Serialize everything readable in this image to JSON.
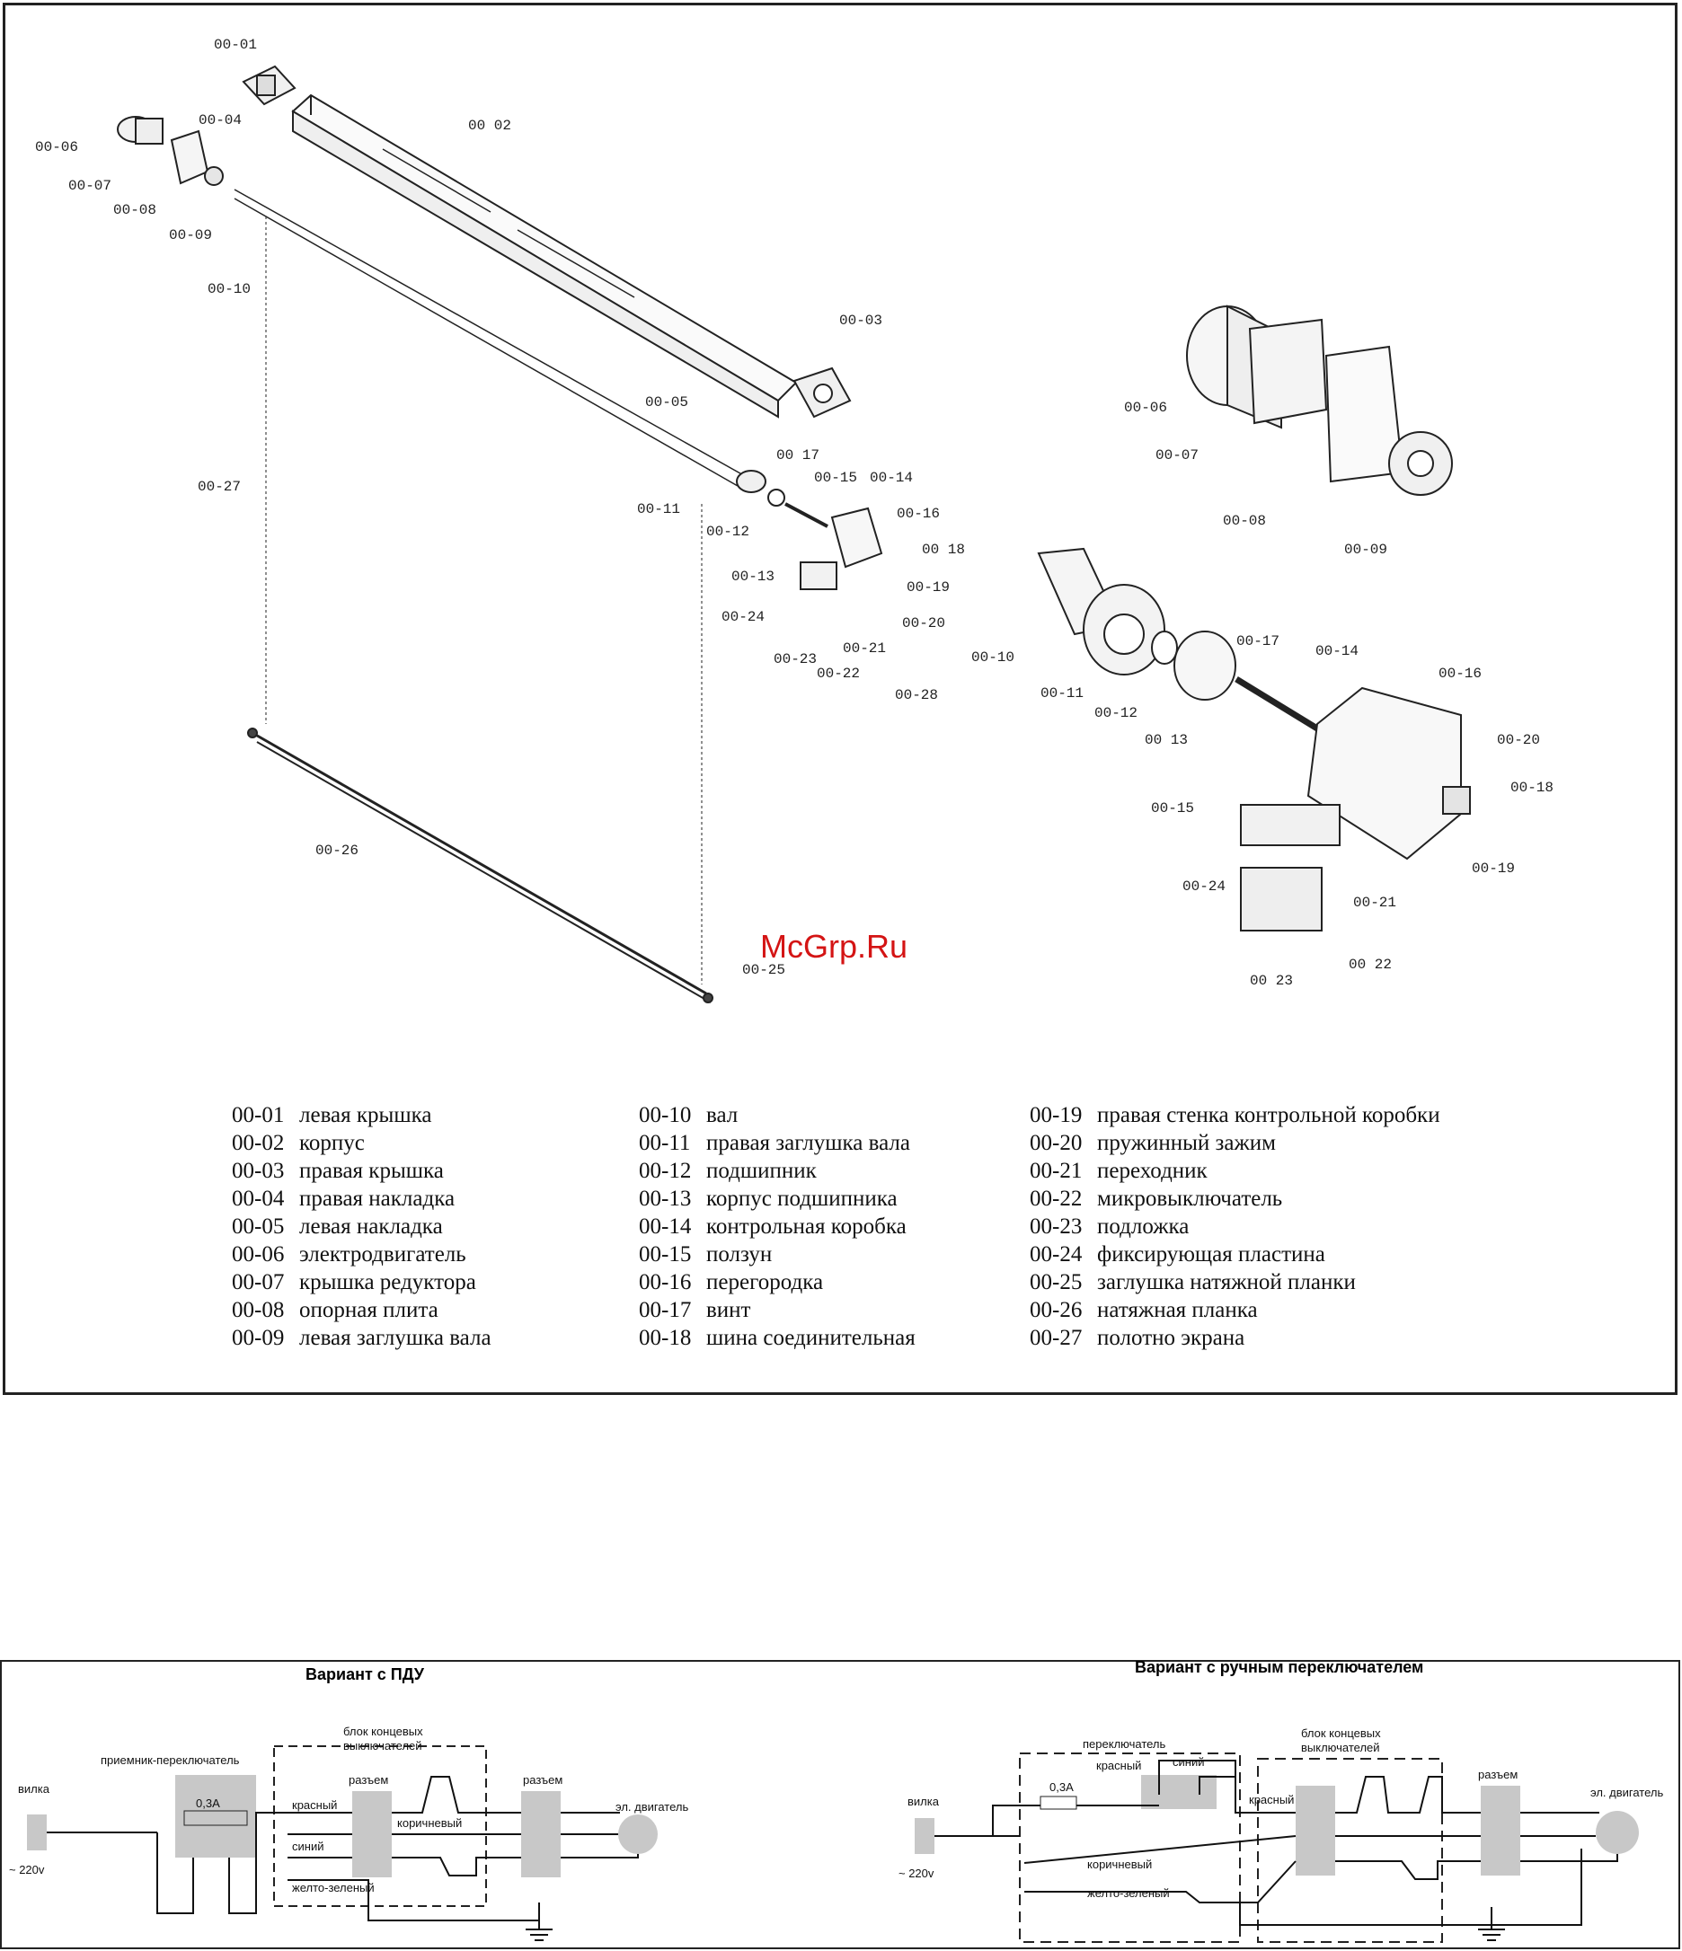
{
  "diagram": {
    "callouts": {
      "c01": "00-01",
      "c02": "00 02",
      "c03": "00-03",
      "c04": "00-04",
      "c05": "00-05",
      "c06": "00-06",
      "c07": "00-07",
      "c08": "00-08",
      "c09": "00-09",
      "c10": "00-10",
      "c11": "00-11",
      "c12": "00-12",
      "c13": "00-13",
      "c14": "00-14",
      "c15": "00-15",
      "c16": "00-16",
      "c17": "00 17",
      "c18": "00 18",
      "c19": "00-19",
      "c20": "00-20",
      "c21": "00-21",
      "c22": "00-22",
      "c23": "00-23",
      "c24": "00-24",
      "c25": "00-25",
      "c26": "00-26",
      "c27": "00-27",
      "c28": "00-28",
      "d06": "00-06",
      "d07": "00-07",
      "d08": "00-08",
      "d09": "00-09",
      "d10": "00-10",
      "d11": "00-11",
      "d12": "00-12",
      "d13": "00 13",
      "d14": "00-14",
      "d15": "00-15",
      "d16": "00-16",
      "d17": "00-17",
      "d18": "00-18",
      "d19": "00-19",
      "d20": "00-20",
      "d21": "00-21",
      "d22": "00 22",
      "d23": "00 23",
      "d24": "00-24"
    },
    "watermark": "McGrp.Ru"
  },
  "legend": {
    "col1": [
      {
        "code": "00-01",
        "name": "левая крышка"
      },
      {
        "code": "00-02",
        "name": "корпус"
      },
      {
        "code": "00-03",
        "name": "правая крышка"
      },
      {
        "code": "00-04",
        "name": "правая накладка"
      },
      {
        "code": "00-05",
        "name": "левая накладка"
      },
      {
        "code": "00-06",
        "name": "электродвигатель"
      },
      {
        "code": "00-07",
        "name": "крышка редуктора"
      },
      {
        "code": "00-08",
        "name": "опорная плита"
      },
      {
        "code": "00-09",
        "name": "левая заглушка вала"
      }
    ],
    "col2": [
      {
        "code": "00-10",
        "name": "вал"
      },
      {
        "code": "00-11",
        "name": "правая заглушка вала"
      },
      {
        "code": "00-12",
        "name": "подшипник"
      },
      {
        "code": "00-13",
        "name": "корпус подшипника"
      },
      {
        "code": "00-14",
        "name": "контрольная коробка"
      },
      {
        "code": "00-15",
        "name": "ползун"
      },
      {
        "code": "00-16",
        "name": "перегородка"
      },
      {
        "code": "00-17",
        "name": "винт"
      },
      {
        "code": "00-18",
        "name": "шина соединительная"
      }
    ],
    "col3": [
      {
        "code": "00-19",
        "name": "правая стенка контрольной коробки"
      },
      {
        "code": "00-20",
        "name": "пружинный зажим"
      },
      {
        "code": "00-21",
        "name": "переходник"
      },
      {
        "code": "00-22",
        "name": "микровыключатель"
      },
      {
        "code": "00-23",
        "name": "подложка"
      },
      {
        "code": "00-24",
        "name": "фиксирующая пластина"
      },
      {
        "code": "00-25",
        "name": "заглушка натяжной планки"
      },
      {
        "code": "00-26",
        "name": "натяжная планка"
      },
      {
        "code": "00-27",
        "name": "полотно экрана"
      }
    ]
  },
  "scheme_remote": {
    "title": "Вариант с ПДУ",
    "plug": "вилка",
    "voltage": "~ 220v",
    "receiver": "приемник-переключатель",
    "fuse": "0,3А",
    "limit_block_1": "блок концевых",
    "limit_block_2": "выключателей",
    "connector_1": "разъем",
    "connector_2": "разъем",
    "wire_red": "красный",
    "wire_brown": "коричневый",
    "wire_blue": "синий",
    "wire_ground": "желто-зеленый",
    "motor": "эл. двигатель"
  },
  "scheme_manual": {
    "title": "Вариант с ручным переключателем",
    "switch": "переключатель",
    "plug": "вилка",
    "voltage": "~ 220v",
    "fuse": "0,3А",
    "wire_red_top": "красный",
    "wire_blue": "синий",
    "limit_block_1": "блок концевых",
    "limit_block_2": "выключателей",
    "connector": "разъем",
    "wire_red": "красный",
    "wire_brown": "коричневый",
    "wire_ground": "желто-зеленый",
    "motor": "эл. двигатель"
  }
}
